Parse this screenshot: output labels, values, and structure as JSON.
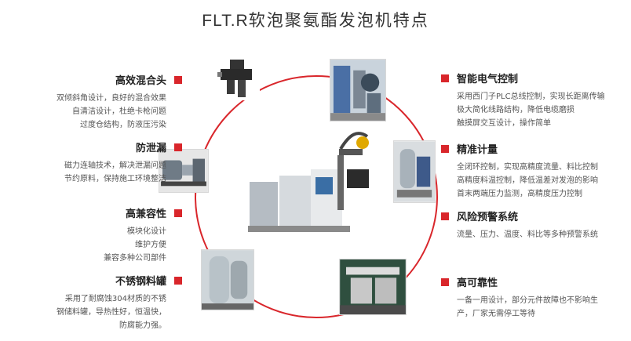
{
  "title_latin": "FLT.R",
  "title_cn": "软泡聚氨酯发泡机特点",
  "left_features": [
    {
      "name": "高效混合头",
      "lines": [
        "双倾斜角设计，良好的混合效果",
        "自清洁设计，杜绝卡枪问题",
        "过度仓结构，防液压污染"
      ]
    },
    {
      "name": "防泄漏",
      "lines": [
        "磁力连轴技术，解决泄漏问题",
        "节约原料，保持施工环境整洁"
      ]
    },
    {
      "name": "高兼容性",
      "lines": [
        "模块化设计",
        "维护方便",
        "兼容多种公司部件"
      ]
    },
    {
      "name": "不锈钢料罐",
      "lines": [
        "采用了耐腐蚀304材质的不锈",
        "钢储料罐，导热性好，恒温快，",
        "防腐能力强。"
      ]
    }
  ],
  "right_features": [
    {
      "name": "智能电气控制",
      "lines": [
        "采用西门子PLC总线控制，实现长距离传输",
        "极大简化线路结构，降低电缆磨损",
        "触摸屏交互设计，操作简单"
      ]
    },
    {
      "name": "精准计量",
      "lines": [
        "全闭环控制，实现高精度流量、料比控制",
        "高精度料温控制，降低温差对发泡的影响",
        "首末两端压力监测，高精度压力控制"
      ]
    },
    {
      "name": "风险预警系统",
      "lines": [
        "流量、压力、温度、料比等多种预警系统"
      ]
    },
    {
      "name": "高可靠性",
      "lines": [
        "一备一用设计，部分元件故障也不影响生",
        "产，厂家无需停工等待"
      ]
    }
  ],
  "colors": {
    "accent": "#d9262b",
    "text": "#333333",
    "desc": "#555555"
  }
}
